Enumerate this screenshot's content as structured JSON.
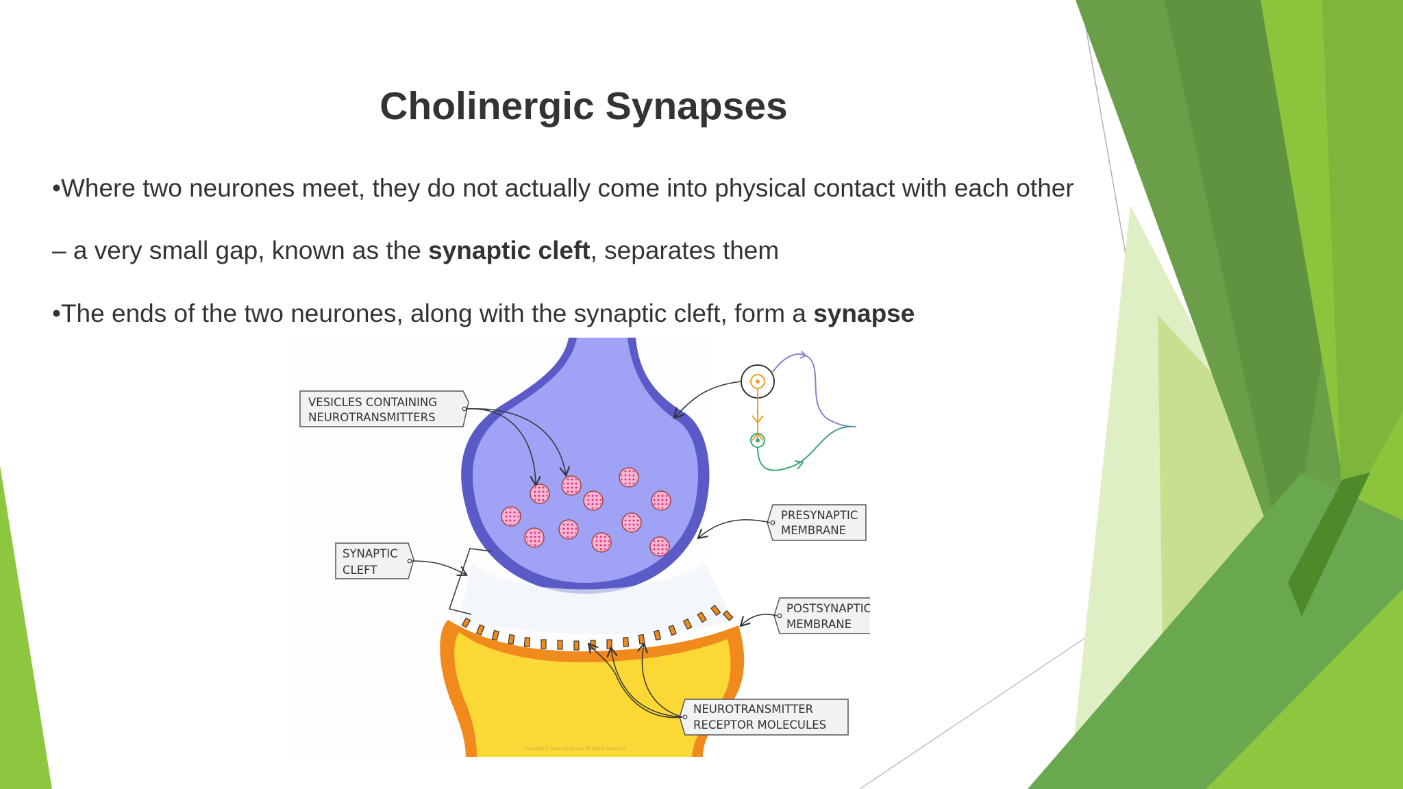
{
  "slide": {
    "title": "Cholinergic Synapses",
    "bullet1": "•Where two neurones meet, they do not actually come into physical contact with each other",
    "bullet2": {
      "before": "– a very small gap, known as the ",
      "bold": "synaptic cleft",
      "after": ", separates them"
    },
    "bullet3": {
      "before": "•The ends of the two neurones, along with the synaptic cleft, form a ",
      "bold": "synapse"
    }
  },
  "diagram": {
    "labels": {
      "vesicles_line1": "VESICLES   CONTAINING",
      "vesicles_line2": "NEUROTRANSMITTERS",
      "synaptic_cleft_line1": "SYNAPTIC",
      "synaptic_cleft_line2": "CLEFT",
      "presynaptic_line1": "PRESYNAPTIC",
      "presynaptic_line2": "MEMBRANE",
      "postsynaptic_line1": "POSTSYNAPTIC",
      "postsynaptic_line2": "MEMBRANE",
      "receptor_line1": "NEUROTRANSMITTER",
      "receptor_line2": "RECEPTOR    MOLECULES"
    },
    "copyright": "Copyright © Save My Exams. All Rights Reserved"
  },
  "colors": {
    "text": "#333333",
    "green_dark": "#5a8f3c",
    "green_mid": "#6aa84f",
    "green_bright": "#8dc63f",
    "green_light": "#d9e9b8",
    "presynaptic_fill": "#9a9cf2",
    "presynaptic_outline": "#5b5bc8",
    "postsynaptic_fill": "#fcd837",
    "postsynaptic_outline": "#f08a1c",
    "vesicle_fill": "#f7b6d2",
    "vesicle_dot": "#e0227a"
  }
}
